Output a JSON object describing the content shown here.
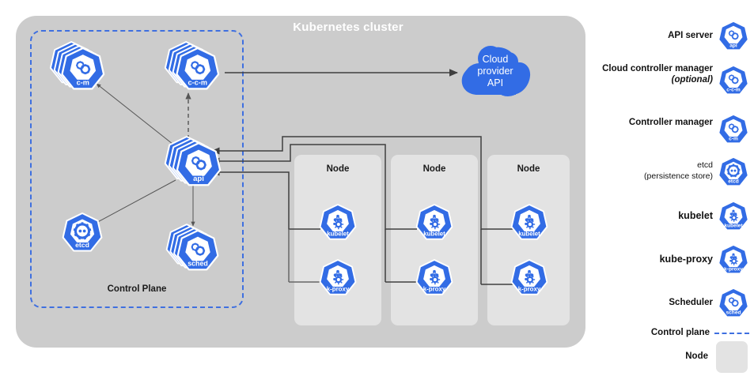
{
  "diagram": {
    "title": "Kubernetes cluster",
    "control_plane_label": "Control Plane",
    "cloud_label_lines": [
      "Cloud",
      "provider",
      "API"
    ],
    "nodes": [
      {
        "label": "Node",
        "components": [
          "kubelet",
          "k-proxy"
        ]
      },
      {
        "label": "Node",
        "components": [
          "kubelet",
          "k-proxy"
        ]
      },
      {
        "label": "Node",
        "components": [
          "kubelet",
          "k-proxy"
        ]
      }
    ],
    "control_plane_components": [
      {
        "id": "c-m",
        "caption": "c-m",
        "stacked": true
      },
      {
        "id": "c-c-m",
        "caption": "c-c-m",
        "stacked": true
      },
      {
        "id": "api",
        "caption": "api",
        "stacked": true
      },
      {
        "id": "etcd",
        "caption": "etcd",
        "stacked": false
      },
      {
        "id": "sched",
        "caption": "sched",
        "stacked": true
      }
    ]
  },
  "legend": {
    "items": [
      {
        "label": "API server",
        "caption": "api",
        "italic": false,
        "sub": ""
      },
      {
        "label": "Cloud controller manager",
        "caption": "c-c-m",
        "italic": false,
        "sub": "(optional)"
      },
      {
        "label": "Controller manager",
        "caption": "c-m",
        "italic": false,
        "sub": ""
      },
      {
        "label": "etcd",
        "caption": "etcd",
        "italic": false,
        "sub": "(persistence store)"
      },
      {
        "label": "kubelet",
        "caption": "kubelet",
        "italic": true,
        "sub": ""
      },
      {
        "label": "kube-proxy",
        "caption": "k-proxy",
        "italic": true,
        "sub": ""
      },
      {
        "label": "Scheduler",
        "caption": "sched",
        "italic": false,
        "sub": ""
      }
    ],
    "control_plane_key": "Control plane",
    "node_key": "Node"
  },
  "colors": {
    "k8s_blue": "#326ce5",
    "cluster_gray": "#cccccc",
    "node_gray": "#e3e3e3",
    "dashed_blue": "#3e6fe0",
    "wire_dark": "#3f3f3f",
    "title_white": "#ffffff"
  }
}
